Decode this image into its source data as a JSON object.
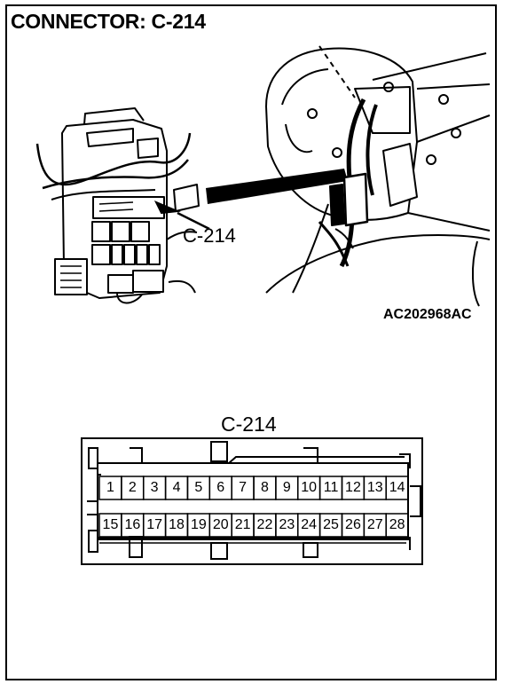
{
  "title": "CONNECTOR: C-214",
  "callout_label": "C-214",
  "figure_code": "AC202968AC",
  "connector_face": {
    "title": "C-214",
    "rows": [
      [
        "1",
        "2",
        "3",
        "4",
        "5",
        "6",
        "7",
        "8",
        "9",
        "10",
        "11",
        "12",
        "13",
        "14"
      ],
      [
        "15",
        "16",
        "17",
        "18",
        "19",
        "20",
        "21",
        "22",
        "23",
        "24",
        "25",
        "26",
        "27",
        "28"
      ]
    ]
  },
  "colors": {
    "line": "#000000",
    "background": "#ffffff"
  }
}
